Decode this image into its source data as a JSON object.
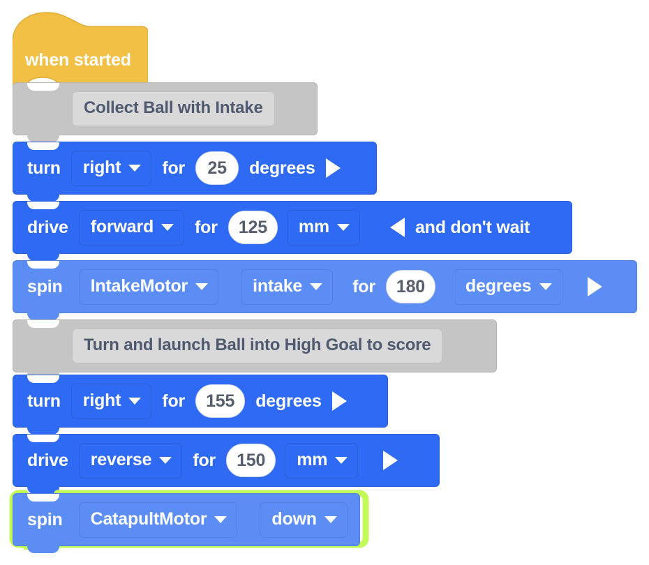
{
  "workspace": {
    "title": "VEXcode block program",
    "background": "#ffffff",
    "colors": {
      "event_block": "#f2c044",
      "motion_block": "#2e6af3",
      "motor_block": "#5b8df5",
      "comment_block": "#c5c5c5",
      "comment_inner": "#d9d9d9",
      "comment_text": "#4f5a70",
      "highlight_outline": "#c2fa5a",
      "field_text": "#575e6b"
    }
  },
  "blocks": [
    {
      "id": "when-started",
      "type": "hat",
      "label": "when started"
    },
    {
      "id": "comment-1",
      "type": "comment",
      "text": "Collect Ball with Intake"
    },
    {
      "id": "turn-1",
      "type": "motion",
      "verb": "turn",
      "direction": "right",
      "for_label": "for",
      "amount": "25",
      "unit": "degrees",
      "run_icon": "play-triangle-right-icon"
    },
    {
      "id": "drive-1",
      "type": "motion",
      "verb": "drive",
      "direction": "forward",
      "for_label": "for",
      "amount": "125",
      "unit": "mm",
      "wait_icon": "play-triangle-left-icon",
      "wait_text": "and don't wait"
    },
    {
      "id": "spin-1",
      "type": "motor",
      "verb": "spin",
      "motor": "IntakeMotor",
      "direction": "intake",
      "for_label": "for",
      "amount": "180",
      "unit": "degrees",
      "run_icon": "play-triangle-right-icon"
    },
    {
      "id": "comment-2",
      "type": "comment",
      "text": "Turn and launch Ball into High Goal to score"
    },
    {
      "id": "turn-2",
      "type": "motion",
      "verb": "turn",
      "direction": "right",
      "for_label": "for",
      "amount": "155",
      "unit": "degrees",
      "run_icon": "play-triangle-right-icon"
    },
    {
      "id": "drive-2",
      "type": "motion",
      "verb": "drive",
      "direction": "reverse",
      "for_label": "for",
      "amount": "150",
      "unit": "mm",
      "run_icon": "play-triangle-right-icon"
    },
    {
      "id": "spin-2",
      "type": "motor",
      "verb": "spin",
      "motor": "CatapultMotor",
      "direction": "down",
      "selected": true
    }
  ]
}
